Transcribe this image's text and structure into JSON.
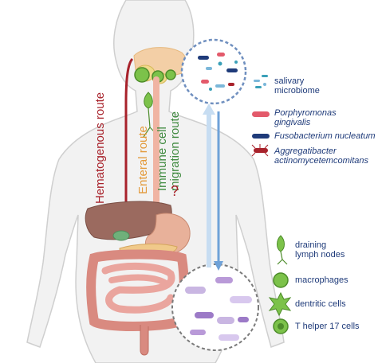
{
  "routes": {
    "hematogenous": {
      "label": "Hematogenous route",
      "color": "#a8222b"
    },
    "enteral": {
      "label": "Enteral route",
      "color": "#e39a3b"
    },
    "immune": {
      "label": "Immune cell\nmigration route",
      "color": "#3f8a3f"
    }
  },
  "question_mark": "?",
  "legend_oral": {
    "salivary": "salivary\nmicrobiome",
    "porphyromonas": "Porphyromonas\ngingivalis",
    "fusobacterium": "Fusobacterium nucleatum",
    "aggregatibacter": "Aggregatibacter\nactinomycetemcomitans"
  },
  "legend_immune": {
    "lymph": "draining\nlymph nodes",
    "macrophages": "macrophages",
    "dendritic": "dentritic cells",
    "th17": "T helper 17 cells"
  },
  "colors": {
    "body": "#f2f2f2",
    "body_outline": "#cfcfcf",
    "intestine": "#e9a7a0",
    "liver": "#9b6a5f",
    "stomach": "#e8b19a",
    "lymph_green": "#7cc24a",
    "arrow_blue": "#6fa2d8",
    "arrow_light": "#c7ddf2"
  }
}
